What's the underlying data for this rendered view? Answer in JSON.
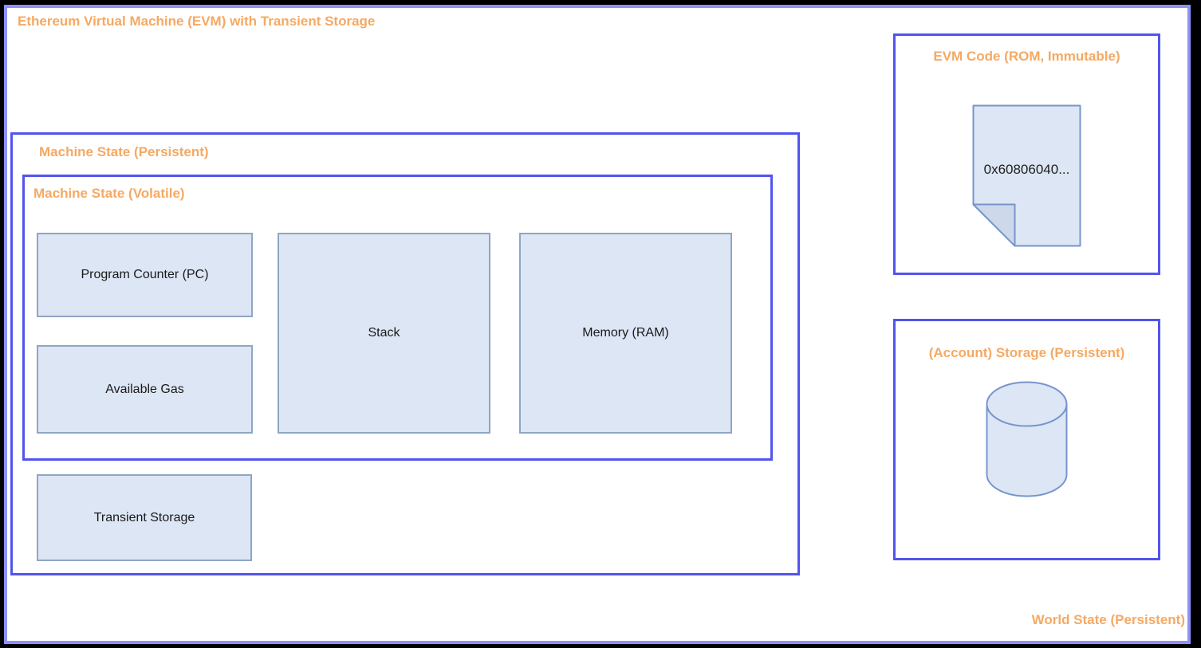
{
  "colors": {
    "accent_orange": "#f5a963",
    "frame_blue": "#5254ee",
    "outer_frame_blue": "#8f91fa",
    "node_fill": "#dce6f5",
    "node_border": "#8fa6c4",
    "icon_stroke": "#7795cc",
    "fold_fill": "#cdd9ea",
    "text_dark": "#1a1a1a",
    "background": "#000000"
  },
  "diagram": {
    "title": "Ethereum Virtual Machine (EVM) with Transient Storage",
    "world_state_label": "World State (Persistent)",
    "machine_state_persistent": {
      "title": "Machine State (Persistent)",
      "transient_storage": "Transient Storage"
    },
    "machine_state_volatile": {
      "title": "Machine State (Volatile)",
      "program_counter": "Program Counter (PC)",
      "available_gas": "Available Gas",
      "stack": "Stack",
      "memory": "Memory (RAM)"
    },
    "evm_code": {
      "title": "EVM Code (ROM, Immutable)",
      "document_label": "0x60806040..."
    },
    "account_storage": {
      "title": "(Account) Storage (Persistent)"
    }
  }
}
